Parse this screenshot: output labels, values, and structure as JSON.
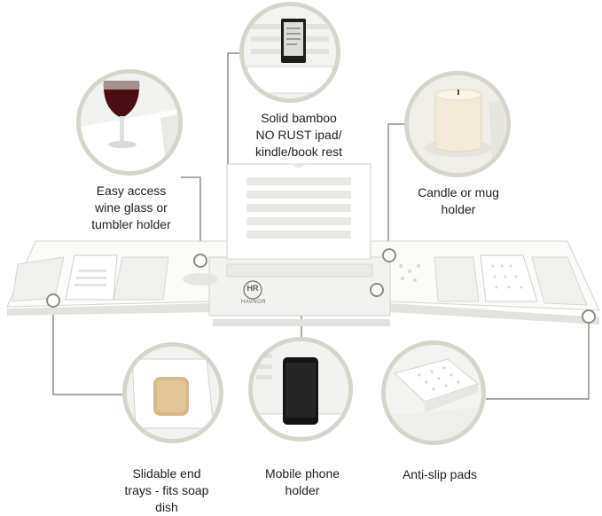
{
  "labels": {
    "book_rest": [
      "Solid bamboo",
      "NO RUST ipad/",
      "kindle/book rest"
    ],
    "wine": [
      "Easy access",
      "wine glass or",
      "tumbler holder"
    ],
    "candle": [
      "Candle or mug",
      "holder"
    ],
    "soap": [
      "Slidable end",
      "trays - fits soap",
      "dish"
    ],
    "phone": [
      "Mobile phone",
      "holder"
    ],
    "pads": [
      "Anti-slip pads"
    ]
  },
  "logo": {
    "monogram": "HR",
    "brand": "HAVNOR"
  },
  "colors": {
    "callout_line": "#8e8e84",
    "circle_border": "#d6d5cc",
    "tray": "#ffffff",
    "tray_shadow": "#d9d9d6"
  }
}
